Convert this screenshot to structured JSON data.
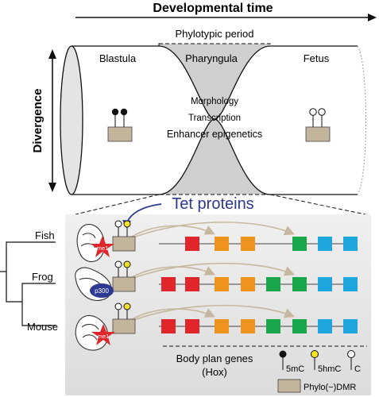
{
  "header": {
    "developmental_time": "Developmental time"
  },
  "hourglass": {
    "phylotypic_period": "Phylotypic period",
    "divergence": "Divergence",
    "stages": [
      "Blastula",
      "Pharyngula",
      "Fetus"
    ],
    "middle_labels": [
      "Morphology",
      "Transcription",
      "Enhancer epigenetics"
    ]
  },
  "tet_proteins": "Tet proteins",
  "species": [
    {
      "name": "Fish",
      "marker": "me1",
      "marker_color": "#e0262b"
    },
    {
      "name": "Frog",
      "marker": "p300",
      "marker_color": "#2b3990"
    },
    {
      "name": "Mouse",
      "marker": "me1",
      "marker_color": "#e0262b"
    }
  ],
  "gene_colors": {
    "red": "#e0262b",
    "orange": "#f0921e",
    "green": "#1aa64a",
    "blue": "#1ea6df"
  },
  "body_plan_label": [
    "Body plan genes",
    "(Hox)"
  ],
  "legend": {
    "items": [
      "5mC",
      "5hmC",
      "C"
    ],
    "dmr": "Phylo(−)DMR",
    "colors": {
      "5mC": "#111111",
      "5hmC": "#f7e323",
      "C": "#ffffff",
      "dmr": "#c3b59b"
    }
  }
}
